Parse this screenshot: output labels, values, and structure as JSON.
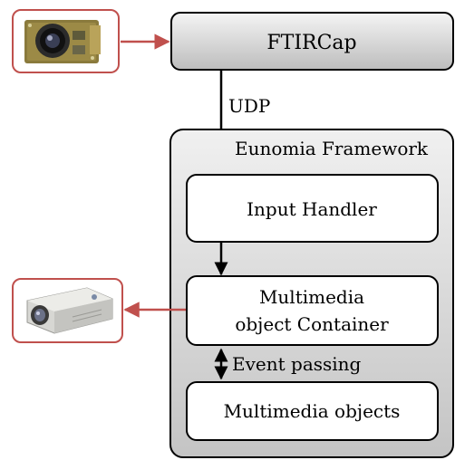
{
  "nodes": {
    "ftircap": "FTIRCap",
    "framework": "Eunomia Framework",
    "input_handler": "Input Handler",
    "container_line1": "Multimedia",
    "container_line2": "object Container",
    "multimedia_objects": "Multimedia objects"
  },
  "edges": {
    "udp": "UDP",
    "event_passing": "Event passing"
  },
  "images": {
    "camera": "camera-board-photo",
    "projector": "projector-photo"
  },
  "colors": {
    "image_frame": "#c0504d",
    "arrow_red": "#c0504d",
    "arrow_black": "#000000",
    "box_gray_light": "#f2f2f2",
    "box_gray_dark": "#bfbfbf",
    "inner_box": "#ffffff"
  }
}
